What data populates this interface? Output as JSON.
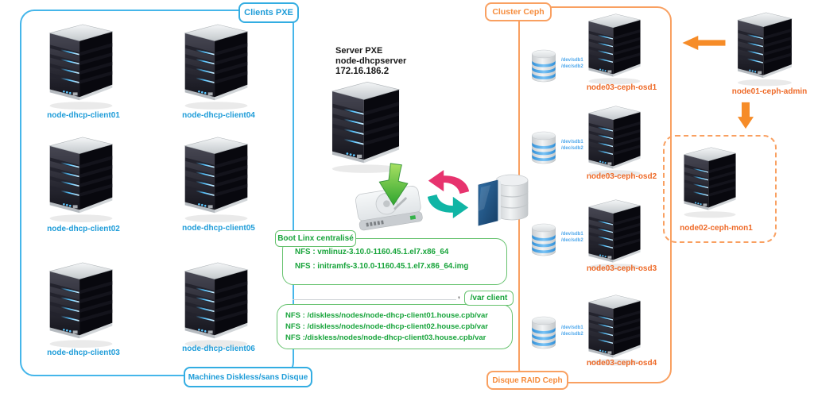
{
  "clients_group": {
    "title": "Clients PXE",
    "footer": "Machines Diskless/sans Disque",
    "clients": [
      {
        "name": "node-dhcp-client01"
      },
      {
        "name": "node-dhcp-client04"
      },
      {
        "name": "node-dhcp-client02"
      },
      {
        "name": "node-dhcp-client05"
      },
      {
        "name": "node-dhcp-client03"
      },
      {
        "name": "node-dhcp-client06"
      }
    ]
  },
  "pxe_server": {
    "title": "Server PXE",
    "hostname": "node-dhcpserver",
    "ip": "172.16.186.2"
  },
  "boot_box": {
    "title": "Boot Linx centralisé",
    "lines": [
      "NFS : vmlinuz-3.10.0-1160.45.1.el7.x86_64",
      "NFS : initramfs-3.10.0-1160.45.1.el7.x86_64.img"
    ]
  },
  "var_box": {
    "title": "/var client",
    "connector_mark": ",",
    "lines": [
      "NFS : /diskless/nodes/node-dhcp-client01.house.cpb/var",
      "NFS : /diskless/nodes/node-dhcp-client02.house.cpb/var",
      "NFS :/diskless/nodes/node-dhcp-client03.house.cpb/var"
    ]
  },
  "ceph_cluster": {
    "title": "Cluster Ceph",
    "footer": "Disque RAID Ceph",
    "osd_nodes": [
      {
        "name": "node03-ceph-osd1",
        "disks": [
          "/dev/sdb1",
          "/dec/sdb2"
        ]
      },
      {
        "name": "node03-ceph-osd2",
        "disks": [
          "/dev/sdb1",
          "/dec/sdb2"
        ]
      },
      {
        "name": "node03-ceph-osd3",
        "disks": [
          "/dev/sdb1",
          "/dec/sdb2"
        ]
      },
      {
        "name": "node03-ceph-osd4",
        "disks": [
          "/dev/sdb1",
          "/dec/sdb2"
        ]
      }
    ]
  },
  "admin_node": {
    "name": "node01-ceph-admin"
  },
  "mon_node": {
    "name": "node02-ceph-mon1"
  },
  "colors": {
    "blue_border": "#45B6EA",
    "blue_text": "#1E9CD8",
    "orange_border": "#F9A061",
    "orange_text": "#F68C3C",
    "orange_red_text": "#EE6A28",
    "green_border": "#66C26E",
    "green_text": "#18A43B",
    "disk_label_blue": "#4FA8EC"
  }
}
